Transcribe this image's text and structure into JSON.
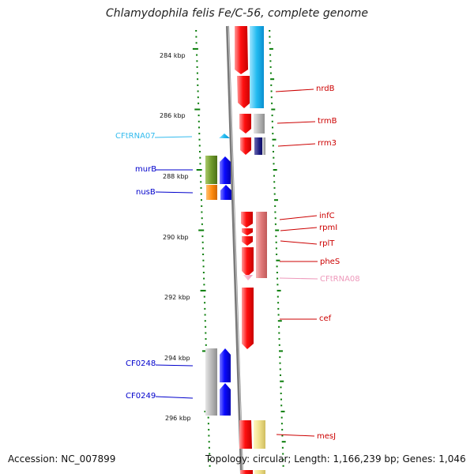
{
  "title": "Chlamydophila felis Fe/C-56, complete genome",
  "footer": {
    "accession": "Accession: NC_007899",
    "summary": "Topology: circular; Length: 1,166,239 bp; Genes: 1,046"
  },
  "colors": {
    "backbone": "#7a7a7a",
    "ticks": "#0a7d0a",
    "label_red": "#cc0000",
    "label_blue": "#0000cc",
    "label_cyan": "#33bbee",
    "label_pink": "#ee99bb"
  },
  "scale": {
    "unit": "kbp",
    "major_ticks": [
      "284 kbp",
      "286 kbp",
      "288 kbp",
      "290 kbp",
      "292 kbp",
      "294 kbp",
      "296 kbp"
    ]
  },
  "genes": [
    {
      "name": "nrdB",
      "strand": "right",
      "color": "#cc0000"
    },
    {
      "name": "trmB",
      "strand": "right",
      "color": "#cc0000"
    },
    {
      "name": "rrm3",
      "strand": "right",
      "color": "#cc0000"
    },
    {
      "name": "CFtRNA07",
      "strand": "left",
      "color": "#33bbee"
    },
    {
      "name": "murB",
      "strand": "left",
      "color": "#0000cc"
    },
    {
      "name": "nusB",
      "strand": "left",
      "color": "#0000cc"
    },
    {
      "name": "infC",
      "strand": "right",
      "color": "#cc0000"
    },
    {
      "name": "rpmI",
      "strand": "right",
      "color": "#cc0000"
    },
    {
      "name": "rplT",
      "strand": "right",
      "color": "#cc0000"
    },
    {
      "name": "pheS",
      "strand": "right",
      "color": "#cc0000"
    },
    {
      "name": "CFtRNA08",
      "strand": "right",
      "color": "#ee99bb"
    },
    {
      "name": "cef",
      "strand": "right",
      "color": "#cc0000"
    },
    {
      "name": "CF0248",
      "strand": "left",
      "color": "#0000cc"
    },
    {
      "name": "CF0249",
      "strand": "left",
      "color": "#0000cc"
    },
    {
      "name": "mesJ",
      "strand": "right",
      "color": "#cc0000"
    }
  ]
}
